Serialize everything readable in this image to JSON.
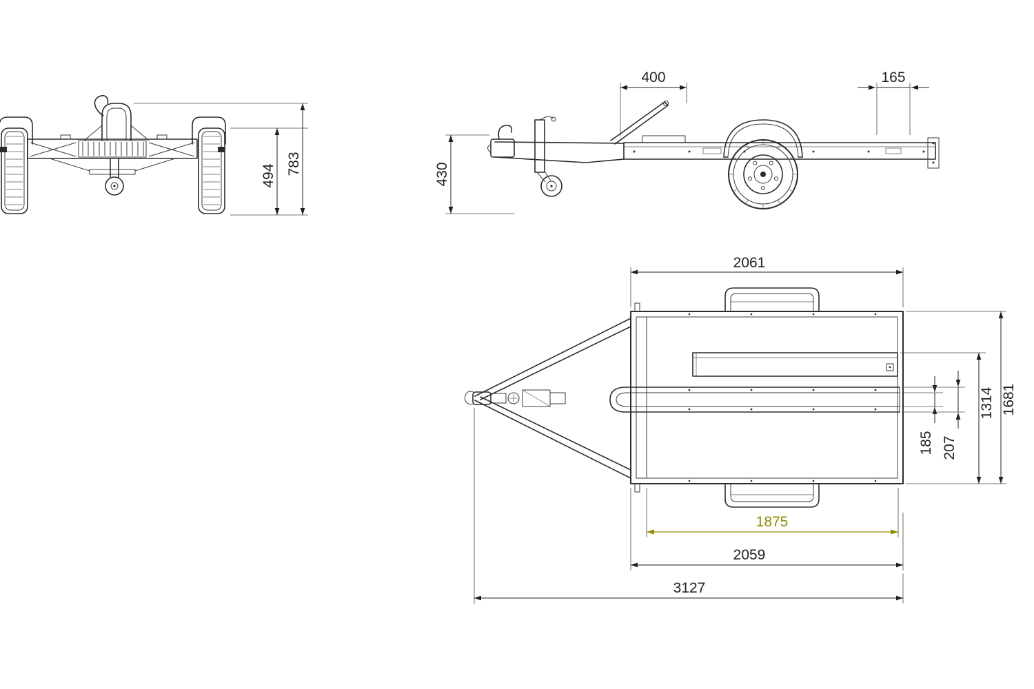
{
  "colors": {
    "background": "#ffffff",
    "line": "#2b2b2b",
    "dimension_text": "#1f1f1f",
    "highlight": "#8b8b00"
  },
  "front_view": {
    "dim_bed_height": "494",
    "dim_total_height": "783"
  },
  "side_view": {
    "dim_front_platform_offset": "400",
    "dim_rear_overhang": "165",
    "dim_coupling_height": "430"
  },
  "top_view": {
    "dim_top_width": "2061",
    "dim_rail_to_side": "1314",
    "dim_overall_width": "1681",
    "dim_channel_inner": "185",
    "dim_channel_outer": "207",
    "dim_loading_length": "1875",
    "dim_box_length": "2059",
    "dim_overall_length": "3127"
  }
}
